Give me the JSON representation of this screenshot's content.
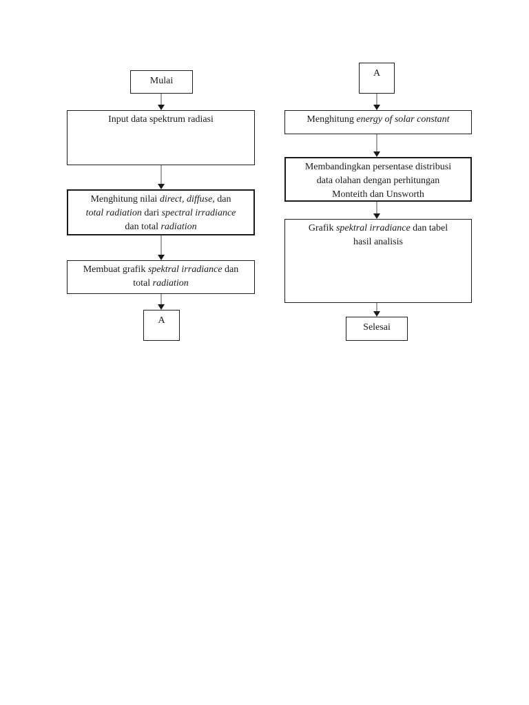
{
  "document": {
    "colors": {
      "paper": "#ffffff",
      "ink": "#1a1a1a",
      "line": "#4d4d4d"
    }
  },
  "flowchart": {
    "left": {
      "start": {
        "label": "Mulai"
      },
      "process_input": {
        "lines": [
          [
            {
              "t": "Input data spektrum radiasi",
              "i": false
            }
          ]
        ]
      },
      "process_menghitung_nilai": {
        "lines": [
          [
            {
              "t": "Menghitung nilai ",
              "i": false
            },
            {
              "t": "direct, diffuse,",
              "i": true
            },
            {
              "t": " dan",
              "i": false
            }
          ],
          [
            {
              "t": "total radiation",
              "i": true
            },
            {
              "t": " dari ",
              "i": false
            },
            {
              "t": "spectral irradiance",
              "i": true
            }
          ],
          [
            {
              "t": "dan total ",
              "i": false
            },
            {
              "t": "radiation",
              "i": true
            }
          ]
        ]
      },
      "process_membuat_grafik": {
        "lines": [
          [
            {
              "t": "Membuat grafik ",
              "i": false
            },
            {
              "t": "spektral irradiance",
              "i": true
            },
            {
              "t": " dan",
              "i": false
            }
          ],
          [
            {
              "t": "total ",
              "i": false
            },
            {
              "t": "radiation",
              "i": true
            }
          ]
        ]
      },
      "connector_end": {
        "label": "A"
      }
    },
    "right": {
      "connector_start": {
        "label": "A"
      },
      "process_menghitung_energy": {
        "lines": [
          [
            {
              "t": "Menghitung ",
              "i": false
            },
            {
              "t": "energy of solar constant",
              "i": true
            }
          ]
        ]
      },
      "process_membandingkan": {
        "lines": [
          [
            {
              "t": "Membandingkan persentase distribusi",
              "i": false
            }
          ],
          [
            {
              "t": "data olahan dengan perhitungan",
              "i": false
            }
          ],
          [
            {
              "t": "Monteith dan Unsworth",
              "i": false
            }
          ]
        ]
      },
      "process_grafik_tabel": {
        "lines": [
          [
            {
              "t": "Grafik ",
              "i": false
            },
            {
              "t": "spektral irradiance",
              "i": true
            },
            {
              "t": " dan tabel",
              "i": false
            }
          ],
          [
            {
              "t": "hasil analisis",
              "i": false
            }
          ]
        ]
      },
      "end": {
        "label": "Selesai"
      }
    }
  }
}
